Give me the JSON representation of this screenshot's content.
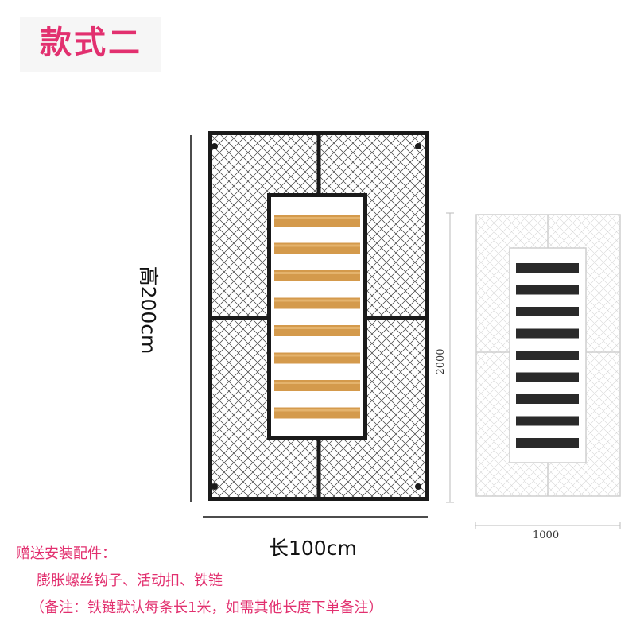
{
  "title": "款式二",
  "main_drawing": {
    "height_label": "高200cm",
    "width_label": "长100cm",
    "slat_count": 8,
    "colors": {
      "frame": "#1a1a1a",
      "mesh": "#333333",
      "slat": "#d49a4c",
      "slat_highlight": "#e4b36d"
    }
  },
  "tech_drawing": {
    "height_label": "2000",
    "width_label": "1000",
    "slat_count": 9,
    "colors": {
      "frame": "#cfcfcf",
      "slat": "#2a2a2a"
    }
  },
  "notes": {
    "heading": "赠送安装配件：",
    "accessories": "膨胀螺丝钩子、活动扣、铁链",
    "remark": "（备注：铁链默认每条长1米，如需其他长度下单备注）"
  }
}
